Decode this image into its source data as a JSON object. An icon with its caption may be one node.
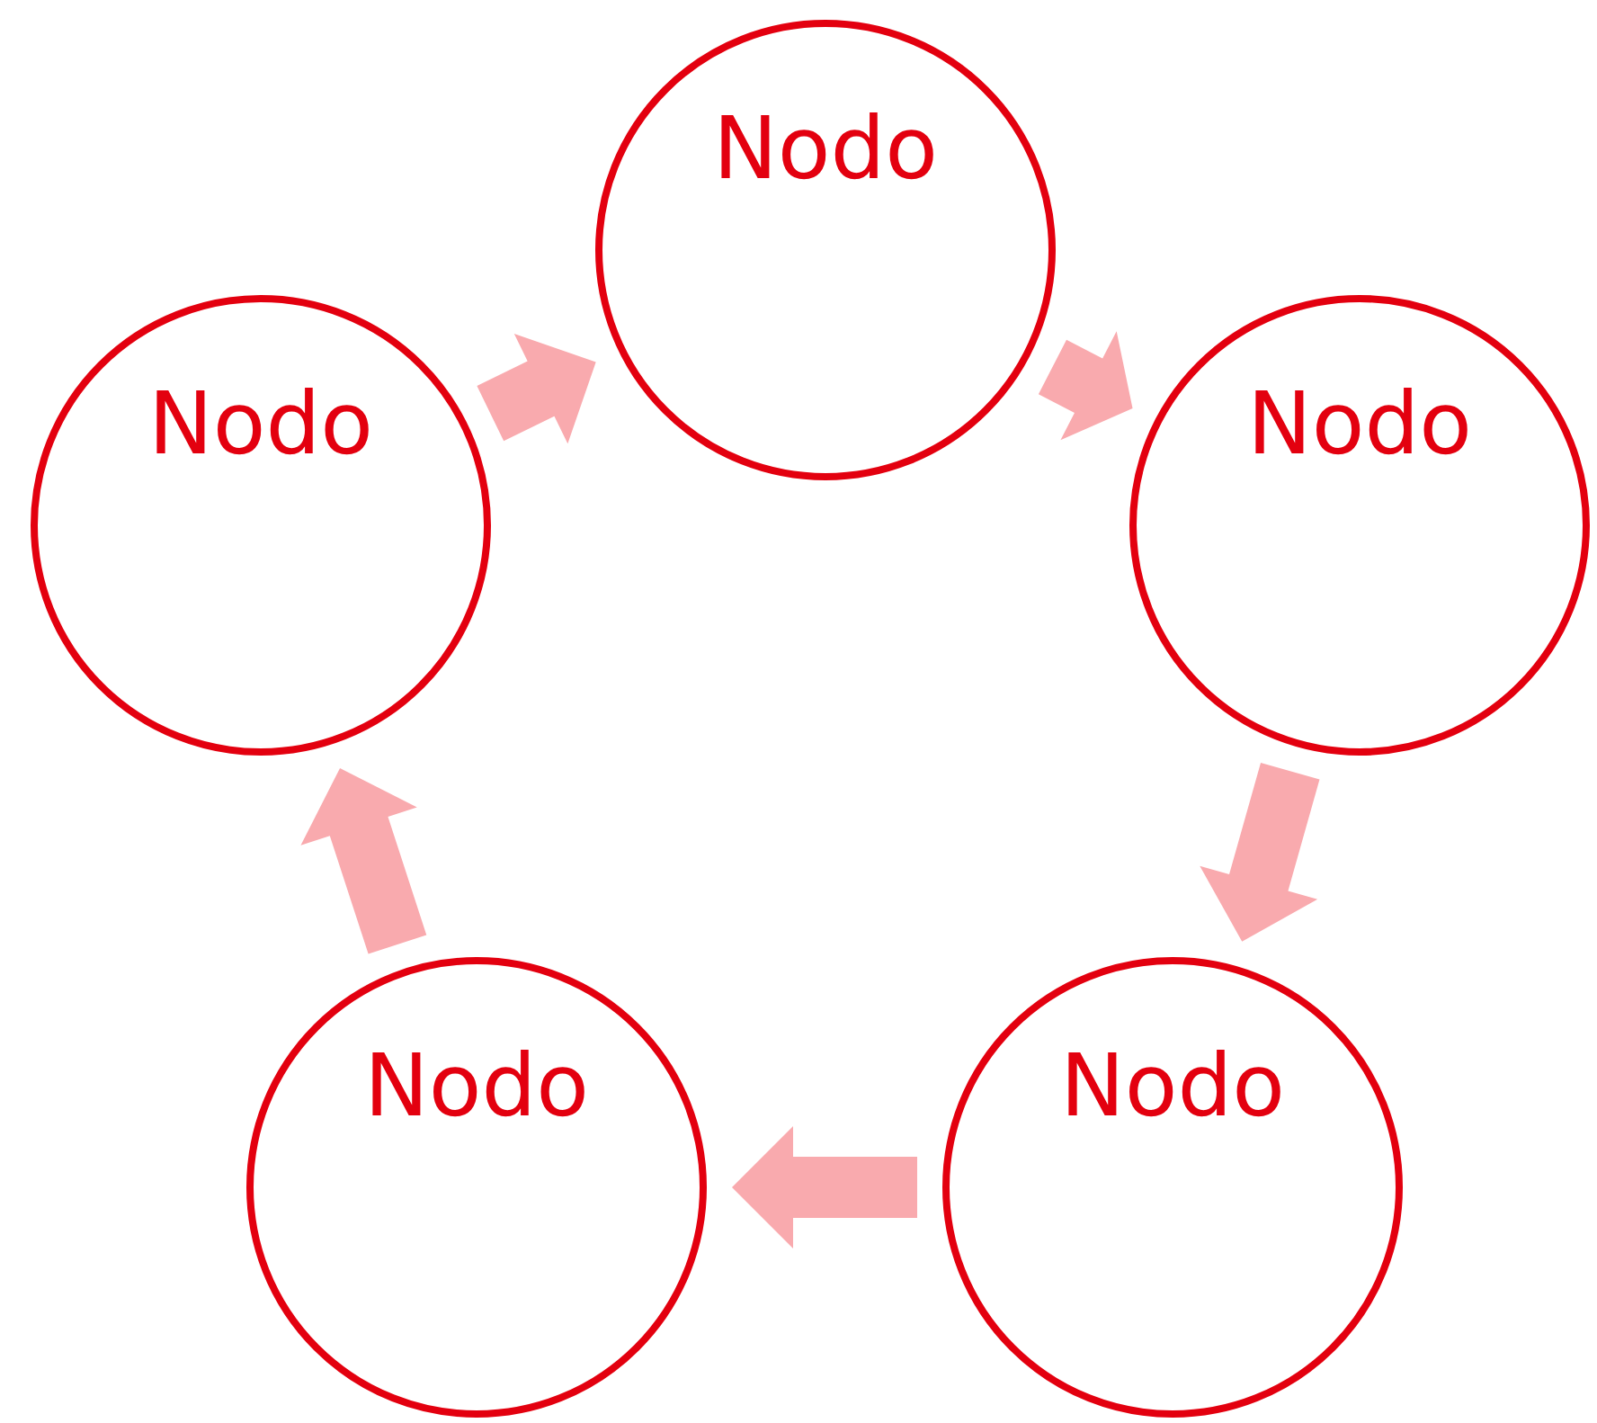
{
  "diagram": {
    "nodes": [
      {
        "text": [
          "Nodo"
        ]
      },
      {
        "text": [
          "Nodo"
        ]
      },
      {
        "text": [
          "Nodo"
        ]
      },
      {
        "text": [
          "Nodo"
        ]
      },
      {
        "text": [
          "Nodo"
        ]
      }
    ],
    "edges": [
      {
        "from": 0,
        "to": 2,
        "arrow": "to"
      },
      {
        "from": 2,
        "to": 4,
        "arrow": "to"
      },
      {
        "from": 4,
        "to": 3,
        "arrow": "to"
      },
      {
        "from": 3,
        "to": 1,
        "arrow": "to"
      },
      {
        "from": 1,
        "to": 0,
        "arrow": "to"
      }
    ]
  }
}
